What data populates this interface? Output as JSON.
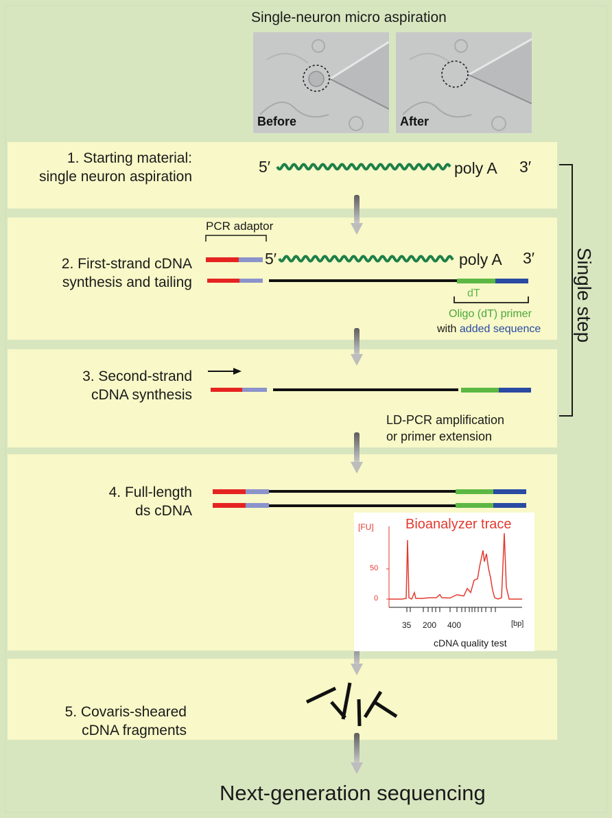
{
  "header": {
    "title": "Single-neuron micro aspiration",
    "before_label": "Before",
    "after_label": "After"
  },
  "steps": [
    {
      "label_line1": "1. Starting material:",
      "label_line2": "single neuron aspiration"
    },
    {
      "label_line1": "2. First-strand cDNA",
      "label_line2": "synthesis and tailing"
    },
    {
      "label_line1": "3. Second-strand",
      "label_line2": "cDNA synthesis"
    },
    {
      "label_line1": "4. Full-length",
      "label_line2": "ds cDNA"
    },
    {
      "label_line1": "5. Covaris-sheared",
      "label_line2": "cDNA fragments"
    }
  ],
  "rna": {
    "five_prime": "5′",
    "poly_a": "poly A",
    "three_prime": "3′"
  },
  "annotations": {
    "pcr_adaptor": "PCR adaptor",
    "dt": "dT",
    "oligo_primer": "Oligo (dT) primer",
    "with": "with",
    "added_sequence": "added sequence",
    "ld_pcr_line1": "LD-PCR amplification",
    "ld_pcr_line2": "or primer extension",
    "single_step": "Single step"
  },
  "bioanalyzer": {
    "title": "Bioanalyzer trace",
    "y_unit": "[FU]",
    "x_unit": "[bp]",
    "y_ticks": [
      "50",
      "0"
    ],
    "x_ticks": [
      "35",
      "200",
      "400"
    ],
    "caption": "cDNA quality test"
  },
  "footer": "Next-generation sequencing",
  "colors": {
    "background": "#d8e6c0",
    "panel": "#f8f8c8",
    "rna_wave": "#1e8048",
    "adaptor_red": "#e52421",
    "adaptor_lavender": "#8b93cb",
    "primer_green": "#5cb843",
    "primer_blue": "#2a4aa3",
    "trace_red": "#e23a2e",
    "arrow_gray": "#8a8a8a"
  }
}
